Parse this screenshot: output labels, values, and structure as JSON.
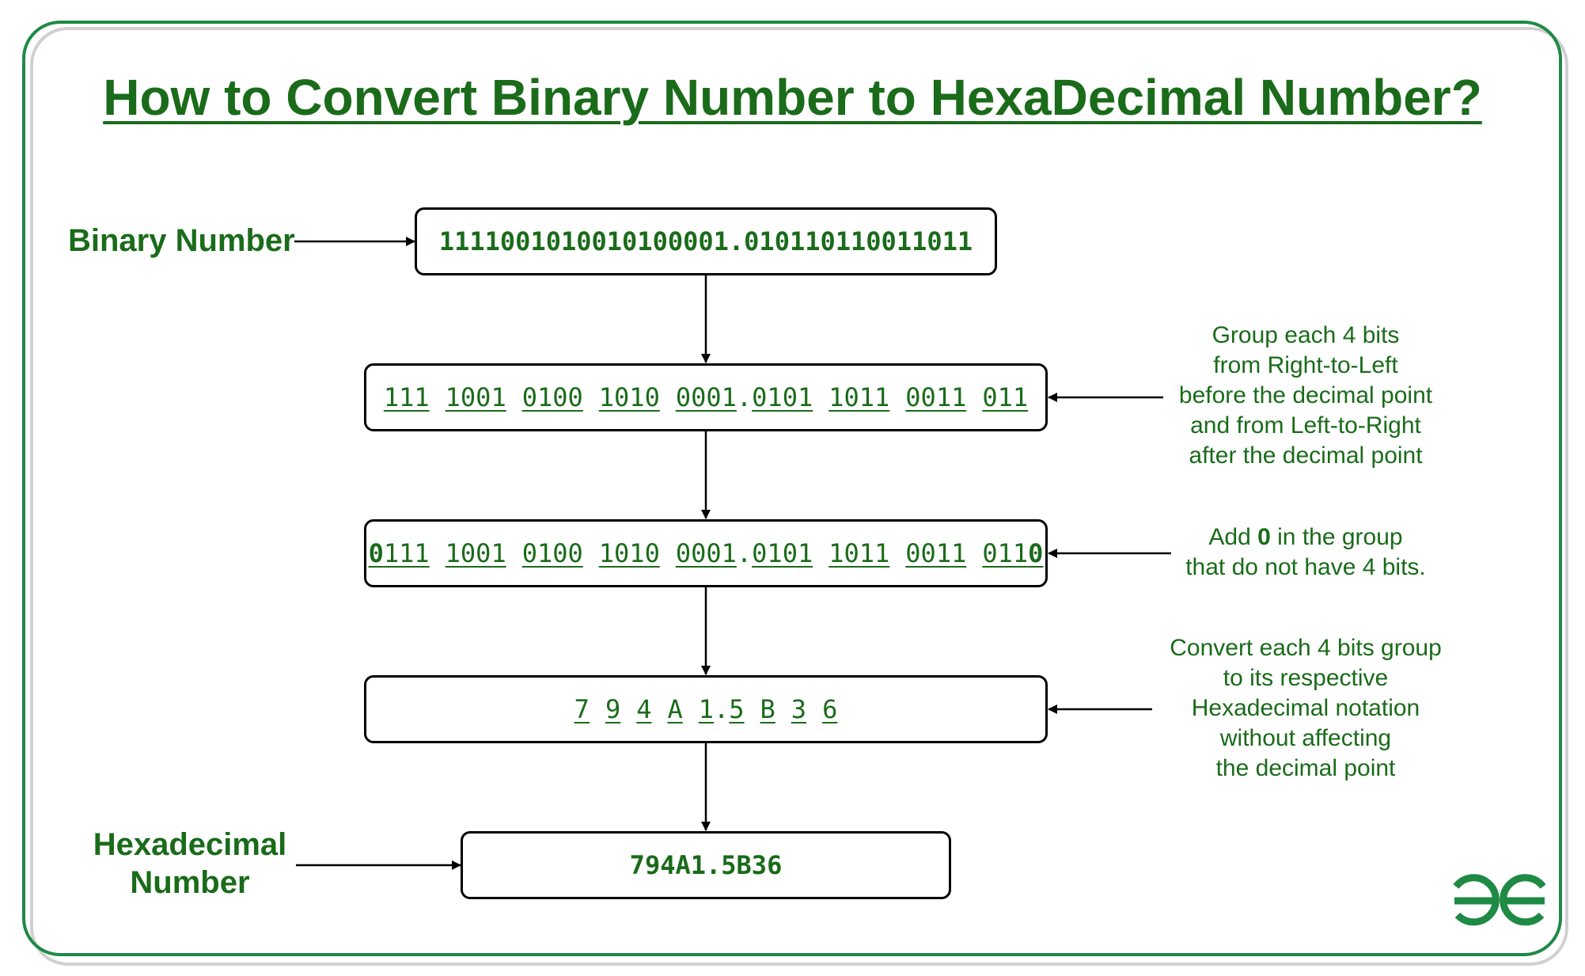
{
  "title": "How to Convert Binary Number to HexaDecimal Number?",
  "labels": {
    "binary_number": "Binary Number",
    "hexadecimal_line1": "Hexadecimal",
    "hexadecimal_line2": "Number"
  },
  "steps": {
    "binary": "1111001010010100001.010110110011011",
    "grouped": {
      "integer_groups": [
        "111",
        "1001",
        "0100",
        "1010",
        "0001"
      ],
      "fraction_groups": [
        "0101",
        "1011",
        "0011",
        "011"
      ],
      "point": "."
    },
    "padded": {
      "lead_pad": "0",
      "first_group_rest": "111",
      "integer_groups": [
        "1001",
        "0100",
        "1010",
        "0001"
      ],
      "fraction_groups": [
        "0101",
        "1011",
        "0011"
      ],
      "last_group_rest": "011",
      "trail_pad": "0",
      "point": "."
    },
    "hex_digits": {
      "integer": [
        "7",
        "9",
        "4",
        "A",
        "1"
      ],
      "fraction": [
        "5",
        "B",
        "3",
        "6"
      ],
      "point": "."
    },
    "result": "794A1.5B36"
  },
  "notes": {
    "group": "Group each 4 bits\nfrom Right-to-Left\nbefore the decimal point\nand from Left-to-Right\nafter the decimal point",
    "add_zero_before": "Add ",
    "add_zero_bold": "0",
    "add_zero_after": " in the group\nthat do not have 4 bits.",
    "convert": "Convert each 4 bits group\nto its respective\nHexadecimal notation\nwithout affecting\nthe decimal point"
  },
  "logo": "GG",
  "colors": {
    "accent": "#1a6b1a",
    "frame": "#1e8a44",
    "shadow": "#d0d0d0"
  }
}
